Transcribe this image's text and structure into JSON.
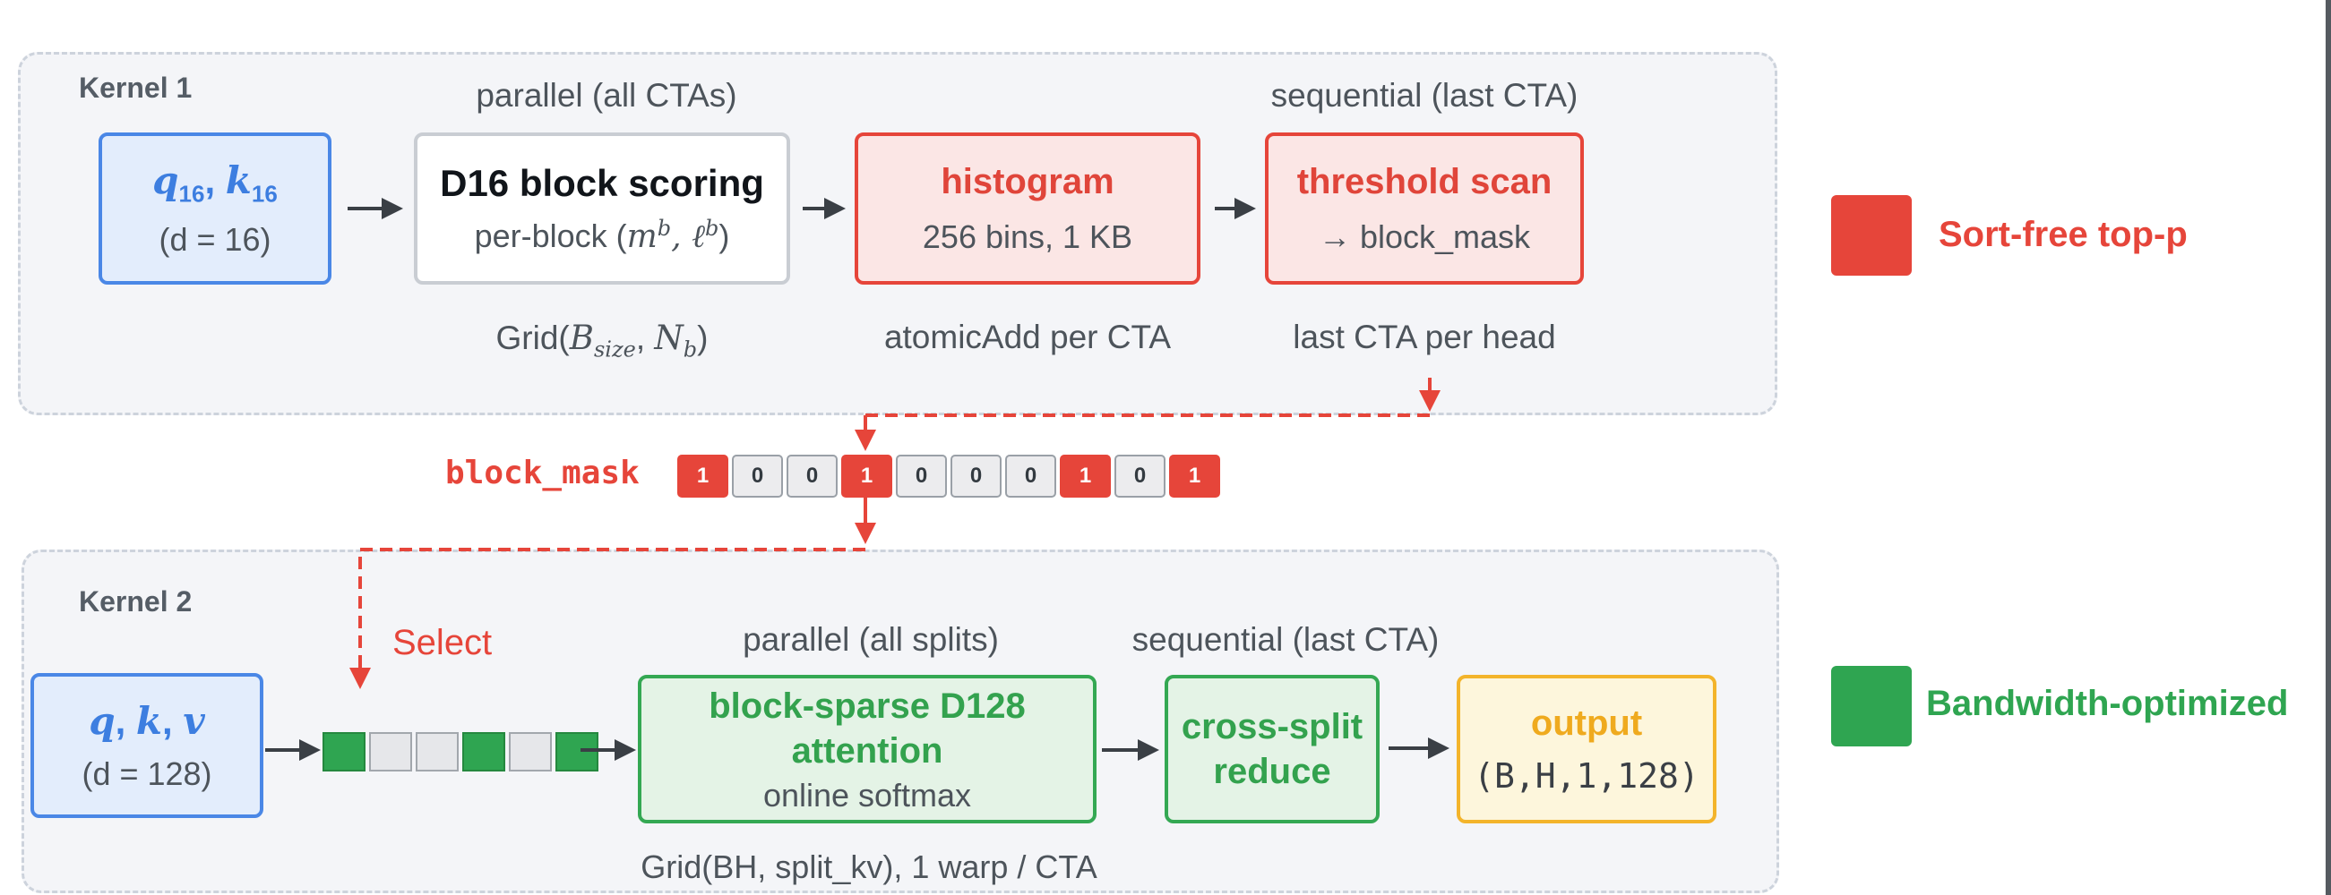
{
  "colors": {
    "sort_free": "#e6453a",
    "bandwidth": "#2fa551",
    "arrow_dark": "#3a3f45",
    "arrow_red": "#e6453a"
  },
  "kernel1": {
    "title": "Kernel 1",
    "input": {
      "sym_q": "q",
      "sub_q": "16",
      "sep": ",",
      "sym_k": "k",
      "sub_k": "16",
      "dim": "(d = 16)"
    },
    "scoring_header": "parallel (all CTAs)",
    "scoring": {
      "title": "D16 block scoring",
      "detail_prefix": "per-block (",
      "detail_math": "m",
      "detail_sup1": "b",
      "detail_mid": ", ℓ",
      "detail_sup2": "b",
      "detail_suffix": ")"
    },
    "scoring_caption": {
      "prefix": "Grid(",
      "b": "B",
      "b_sub": "size",
      "comma": ",  ",
      "n": "N",
      "n_sub": "b",
      "suffix": ")"
    },
    "histogram": {
      "title": "histogram",
      "detail": "256 bins, 1 KB",
      "caption": "atomicAdd per CTA"
    },
    "scan_header": "sequential (last CTA)",
    "scan": {
      "title": "threshold scan",
      "detail": "→ block_mask",
      "caption": "last CTA per head"
    }
  },
  "block_mask": {
    "label": "block_mask",
    "cells": [
      "1",
      "0",
      "0",
      "1",
      "0",
      "0",
      "0",
      "1",
      "0",
      "1"
    ]
  },
  "kernel2": {
    "title": "Kernel 2",
    "input": {
      "sym_q": "q",
      "sep1": ",",
      "sym_k": "k",
      "sep2": ",",
      "sym_v": "v",
      "dim": "(d = 128)"
    },
    "select_label": "Select",
    "selected_blocks": [
      1,
      0,
      0,
      1,
      0,
      1
    ],
    "attention_header": "parallel (all splits)",
    "attention": {
      "title_line1": "block-sparse D128",
      "title_line2": "attention",
      "detail": "online softmax"
    },
    "attention_caption": "Grid(BH, split_kv), 1 warp / CTA",
    "reduce_header": "sequential (last CTA)",
    "reduce": {
      "title_line1": "cross-split",
      "title_line2": "reduce"
    },
    "output": {
      "title": "output",
      "shape": "(B,H,1,128)"
    }
  },
  "legend": [
    {
      "label": "Sort-free top-p",
      "color": "#e6453a"
    },
    {
      "label": "Bandwidth-optimized",
      "color": "#2fa551"
    }
  ]
}
